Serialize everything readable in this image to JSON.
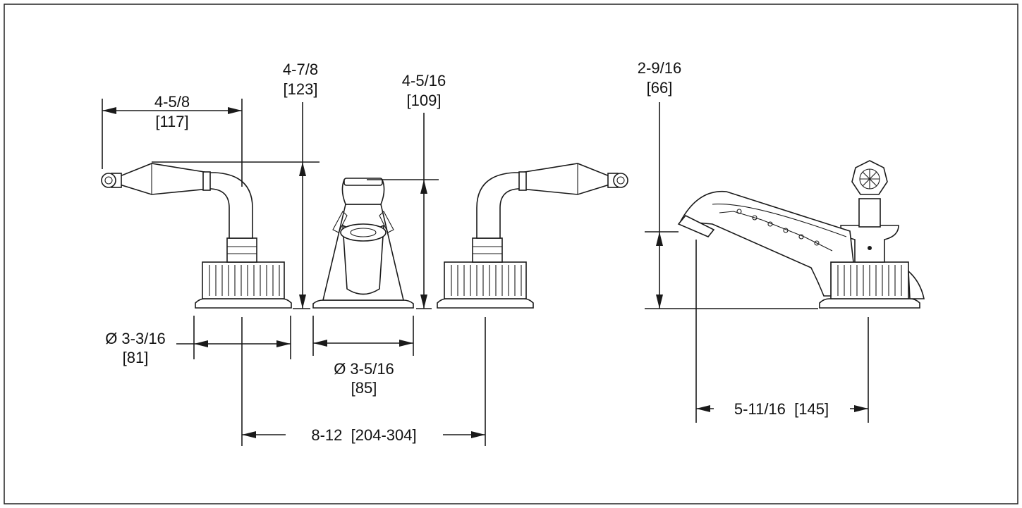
{
  "dimensions": {
    "handle_reach": {
      "imperial": "4-5/8",
      "metric": "[117]"
    },
    "handle_height": {
      "imperial": "4-7/8",
      "metric": "[123]"
    },
    "spout_height": {
      "imperial": "4-5/16",
      "metric": "[109]"
    },
    "handshower_height": {
      "imperial": "2-9/16",
      "metric": "[66]"
    },
    "handle_base_diameter": {
      "imperial": "Ø 3-3/16",
      "metric": "[81]"
    },
    "spout_base_diameter": {
      "imperial": "Ø 3-5/16",
      "metric": "[85]"
    },
    "center_spread": {
      "text": "8-12  [204-304]"
    },
    "handshower_spread": {
      "text": "5-11/16  [145]"
    }
  },
  "colors": {
    "line": "#1a1a1a",
    "background": "#ffffff",
    "border": "#222222"
  }
}
